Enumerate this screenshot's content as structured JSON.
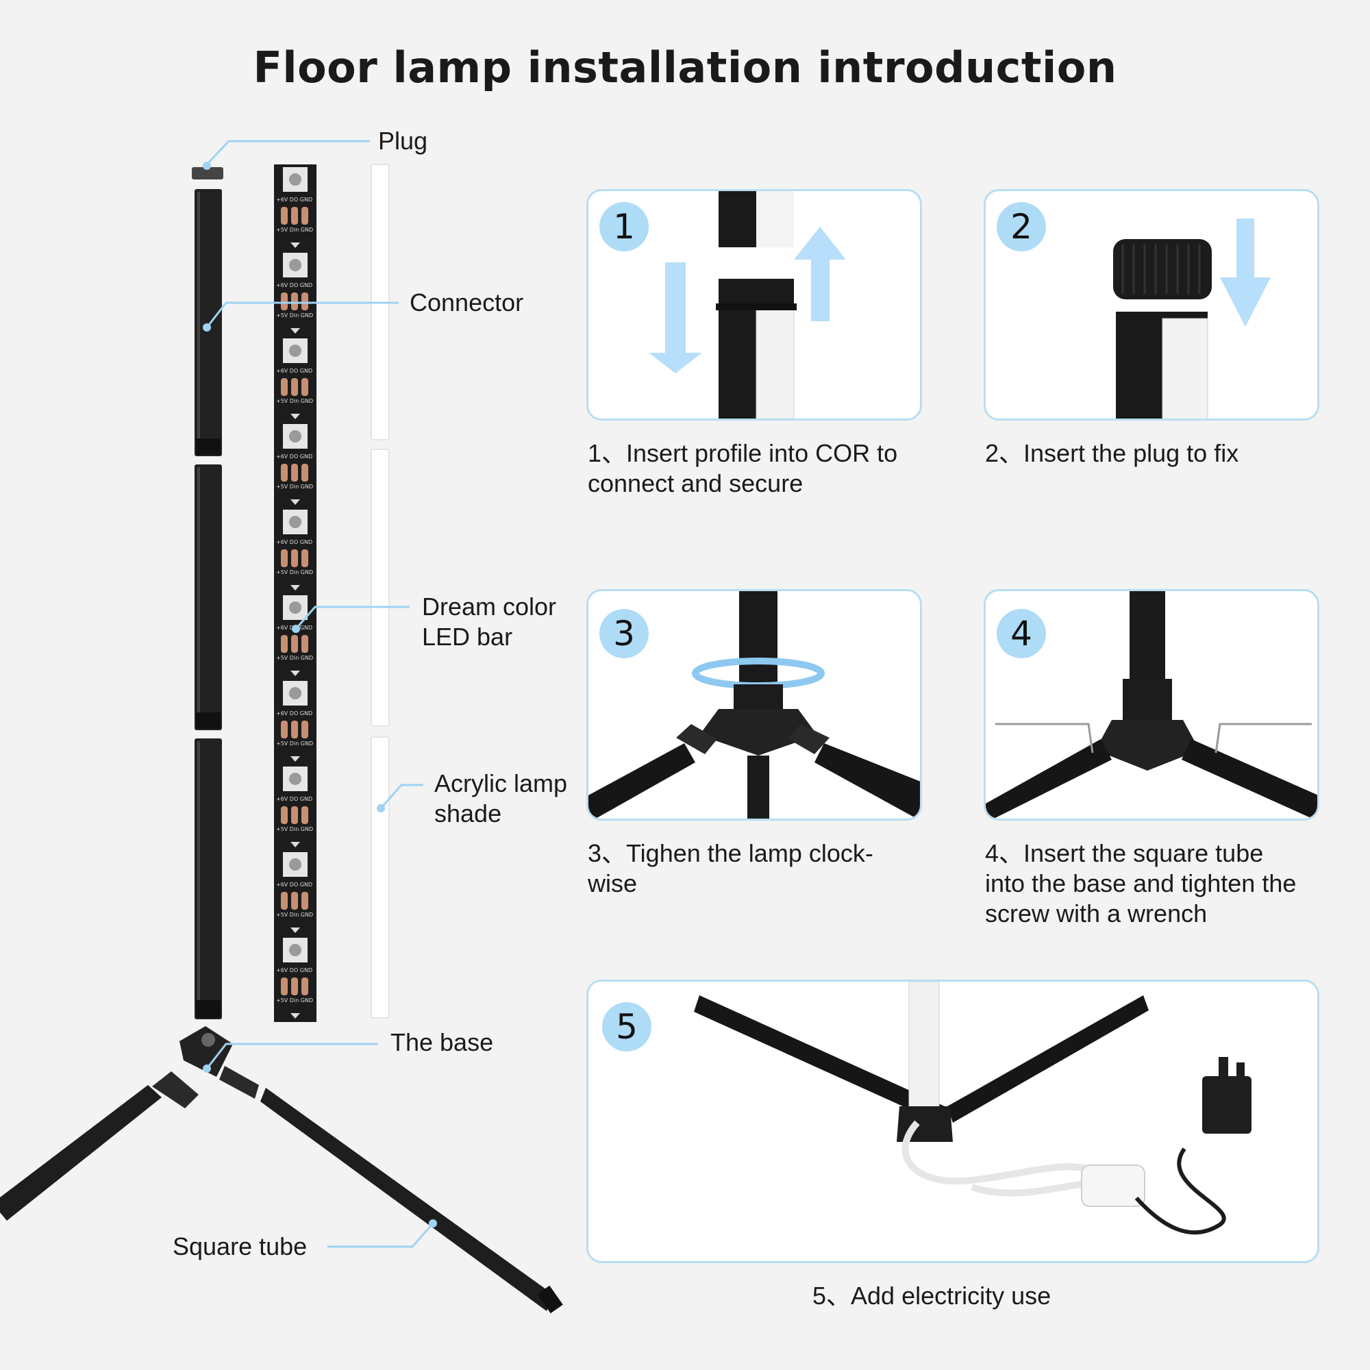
{
  "title": "Floor lamp installation introduction",
  "colors": {
    "accent": "#aedbf6",
    "panel_border": "#b9ddf5",
    "background": "#f3f3f3",
    "metal": "#1a1a1a",
    "arrow": "#b7defa"
  },
  "parts": {
    "plug": "Plug",
    "connector": "Connector",
    "led_bar": "Dream color\nLED bar",
    "shade": "Acrylic lamp\nshade",
    "base": "The base",
    "square_tube": "Square tube"
  },
  "led_strip": {
    "labels_top": "+6V DO GND",
    "labels_bottom": "+5V Din GND"
  },
  "steps": [
    {
      "number": "1",
      "caption": "1、Insert profile into COR to\nconnect and secure"
    },
    {
      "number": "2",
      "caption": "2、Insert the plug to fix"
    },
    {
      "number": "3",
      "caption": "3、Tighen the lamp clock-\nwise"
    },
    {
      "number": "4",
      "caption": "4、Insert the square tube\ninto the base and tighten the\nscrew with a wrench"
    },
    {
      "number": "5",
      "caption": "5、Add electricity use"
    }
  ]
}
